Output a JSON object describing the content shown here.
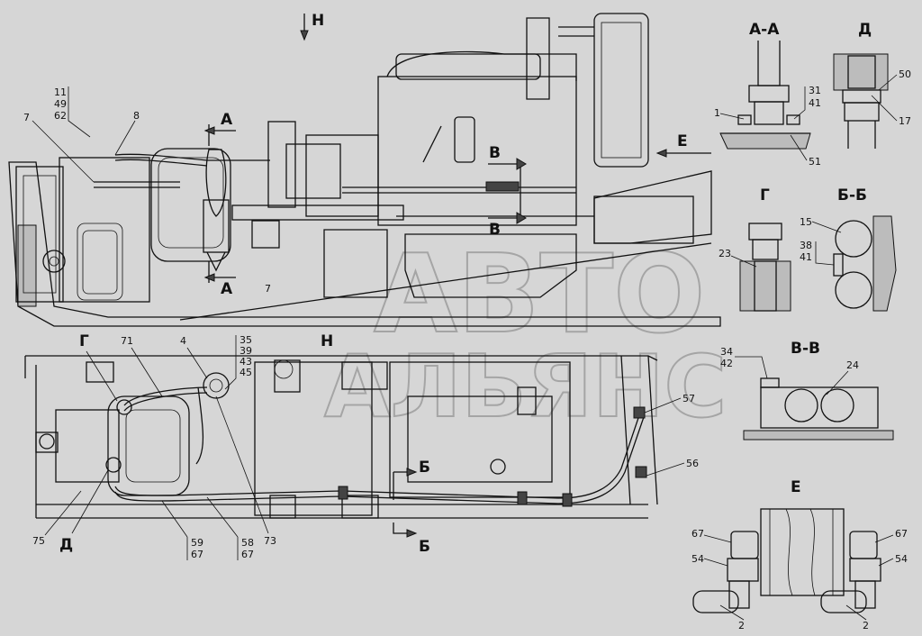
{
  "watermark": {
    "line1": "АВТО",
    "line2": "АЛЬЯНС"
  },
  "view_labels": {
    "H_top": "Н",
    "H_bottom": "Н",
    "A_up": "А",
    "A_down": "А",
    "B_up": "В",
    "B_down": "В",
    "E_arrow": "Е",
    "Bb_up": "Б",
    "Bb_down": "Б",
    "G": "Г",
    "D": "Д"
  },
  "section_titles": {
    "AA": "А-А",
    "D": "Д",
    "G": "Г",
    "BB": "Б-Б",
    "VV": "В-В",
    "E": "Е"
  },
  "callouts": {
    "n11": "11",
    "n49": "49",
    "n62": "62",
    "n7a": "7",
    "n8": "8",
    "n7b": "7",
    "n71": "71",
    "n4": "4",
    "n35": "35",
    "n39": "39",
    "n43": "43",
    "n45": "45",
    "n57": "57",
    "n56": "56",
    "n75": "75",
    "n73": "73",
    "n59": "59",
    "n67a": "67",
    "n58": "58",
    "n67b": "67",
    "aa31": "31",
    "aa41": "41",
    "aa1": "1",
    "aa51": "51",
    "d50": "50",
    "d17": "17",
    "g23": "23",
    "bb15": "15",
    "bb38": "38",
    "bb41": "41",
    "vv34": "34",
    "vv42": "42",
    "vv24": "24",
    "e67l": "67",
    "e54l": "54",
    "e2l": "2",
    "e67r": "67",
    "e54r": "54",
    "e2r": "2"
  }
}
